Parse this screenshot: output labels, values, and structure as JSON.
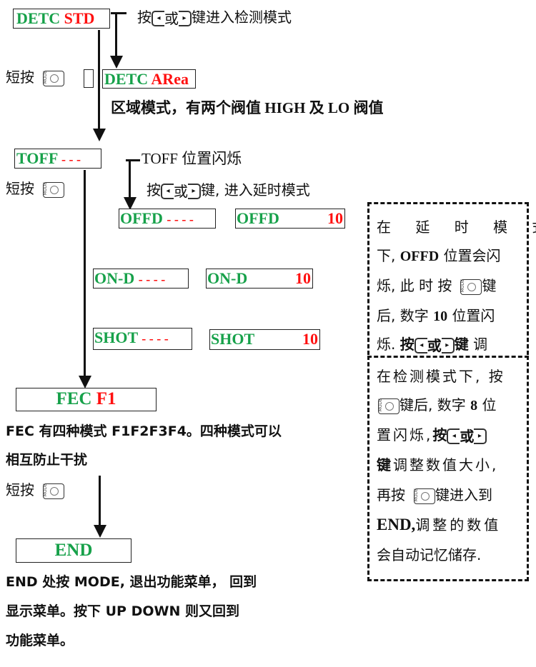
{
  "colors": {
    "green": "#17a14a",
    "red": "#ff1010",
    "ink": "#111111"
  },
  "icons": {
    "mode_button": "mode-button-icon",
    "arrow_keys": "left-right-arrow-keys-icon",
    "arrow": "down-arrow-icon"
  },
  "mode_label": "MODE",
  "arrow_key": {
    "left": "◂",
    "or": "或",
    "right": "▸"
  },
  "detc_std": {
    "name": "DETC",
    "value": "STD"
  },
  "step1_instr": {
    "pre": "按",
    "post": "键进入检测模式"
  },
  "short_press": "短按",
  "detc_area": {
    "name": "DETC",
    "value": "ARea"
  },
  "area_desc": "区域模式，有两个阀值 HIGH 及 LO 阀值",
  "toff": {
    "name": "TOFF",
    "value": "- - -"
  },
  "toff_flash": "TOFF 位置闪烁",
  "toff_instr": {
    "pre": "按",
    "post": "键, 进入延时模式"
  },
  "delay_rows": [
    {
      "name": "OFFD",
      "dashes": "- - - -",
      "value": "10"
    },
    {
      "name": "ON-D",
      "dashes": "- - - -",
      "value": "10"
    },
    {
      "name": "SHOT",
      "dashes": "- - - -",
      "value": "10"
    }
  ],
  "fec": {
    "name": "FEC",
    "value": "F1"
  },
  "fec_desc": [
    "FEC 有四种模式 F1F2F3F4。四种模式可以",
    "相互防止干扰"
  ],
  "end": {
    "name": "END"
  },
  "end_desc": [
    "END 处按 MODE, 退出功能菜单， 回到",
    "显示菜单。按下 UP  DOWN 则又回到",
    "功能菜单。"
  ],
  "note1": {
    "l1": "在 延 时 模 式",
    "l2a": "下,",
    "l2b": "OFFD",
    "l2c": "位置会闪",
    "l3a": "烁, 此 时 按",
    "l3b": "键",
    "l4a": "后, 数字",
    "l4b": "10",
    "l4c": "位置闪",
    "l5a": "烁.",
    "l5b": "按",
    "l5c": "键",
    "l5d": "调"
  },
  "note2": {
    "l1": "在检测模式下, 按",
    "l2a": "键后, 数字",
    "l2b": "8",
    "l2c": "位",
    "l3a": "置闪烁,",
    "l3b": "按",
    "l4a": "键",
    "l4b": "调整数值大小,",
    "l5a": "再按",
    "l5b": "键进入到",
    "l6a": "END,",
    "l6b": "调整的数值",
    "l7": "会自动记忆储存."
  }
}
